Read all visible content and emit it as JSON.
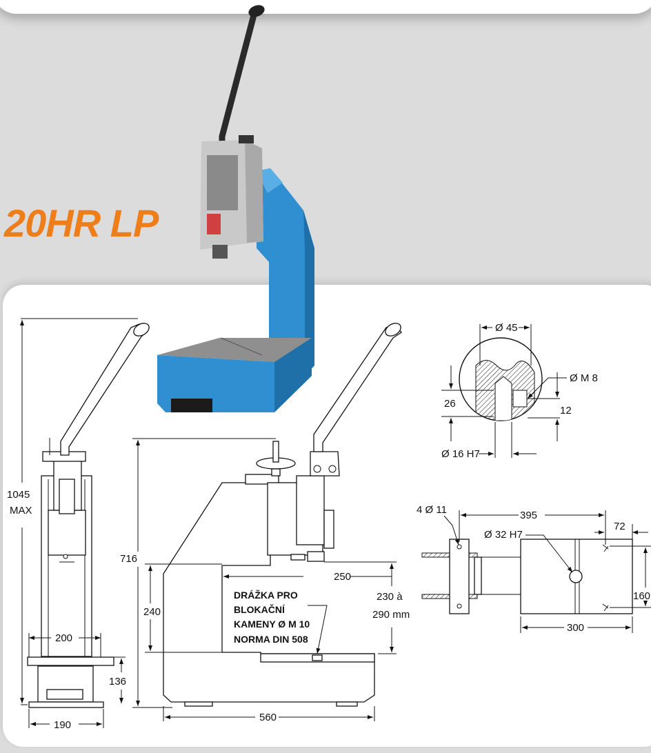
{
  "title": "20HR LP",
  "colors": {
    "title": "#ee7e1a",
    "frame": "#2f8fd0",
    "head": "#c9c9c9",
    "handle": "#2a2a2a",
    "background": "#dcdcdc"
  },
  "front_view": {
    "height": "1045",
    "height_sub": "MAX",
    "width_top": "200",
    "width_base": "190",
    "base_height": "136"
  },
  "side_view": {
    "total_height": "716",
    "throat_height": "240",
    "throat_depth": "250",
    "stroke_range_1": "230 à",
    "stroke_range_2": "290 mm",
    "length": "560",
    "note_line_1": "DRÁŽKA PRO",
    "note_line_2": "BLOKAČNÍ",
    "note_line_3": "KAMENY Ø M 10",
    "note_line_4": "NORMA DIN 508"
  },
  "detail_view": {
    "diameter_top": "Ø 45",
    "thread": "Ø M 8",
    "depth_left": "26",
    "depth_right": "12",
    "bore": "Ø 16  H7"
  },
  "plan_view": {
    "holes": "4  Ø  11",
    "bore": "Ø 32 H7",
    "length_395": "395",
    "offset_72": "72",
    "width_160": "160",
    "length_300": "300"
  }
}
